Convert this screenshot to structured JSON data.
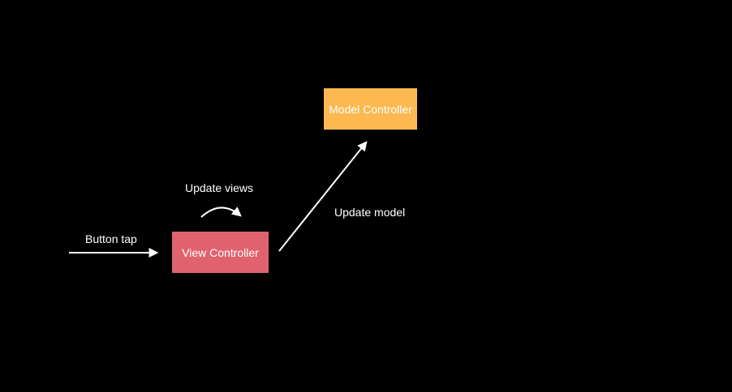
{
  "diagram": {
    "nodes": {
      "view_controller": {
        "label": "View Controller",
        "color": "#e0626e"
      },
      "model_controller": {
        "label": "Model Controller",
        "color": "#fdb851"
      }
    },
    "edges": {
      "button_tap": {
        "label": "Button tap",
        "to": "view_controller"
      },
      "update_views": {
        "label": "Update views",
        "from": "view_controller",
        "to": "view_controller"
      },
      "update_model": {
        "label": "Update model",
        "from": "view_controller",
        "to": "model_controller"
      }
    },
    "colors": {
      "background": "#000000",
      "text": "#ffffff",
      "arrow": "#ffffff"
    }
  }
}
